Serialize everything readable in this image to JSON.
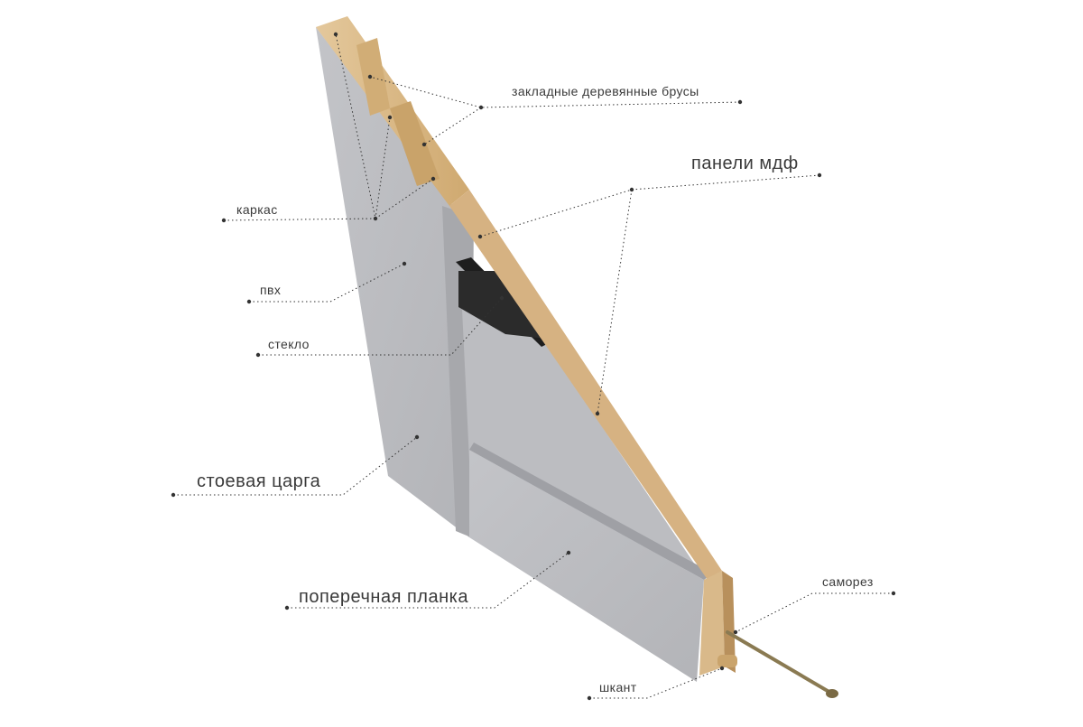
{
  "labels": {
    "inlays": "закладные деревянные брусы",
    "mdf": "панели мдф",
    "frame": "каркас",
    "pvc": "пвх",
    "glass": "стекло",
    "stile": "стоевая царга",
    "rail": "поперечная планка",
    "screw": "саморез",
    "dowel": "шкант"
  },
  "colors": {
    "concrete": "#b4b5b9",
    "concrete_light": "#c6c7cb",
    "concrete_dark": "#9c9da2",
    "wood": "#d9b98a",
    "wood_dark": "#b8905c",
    "glass": "#1e1e1e",
    "leader": "#333333",
    "text": "#3a3a3a"
  }
}
